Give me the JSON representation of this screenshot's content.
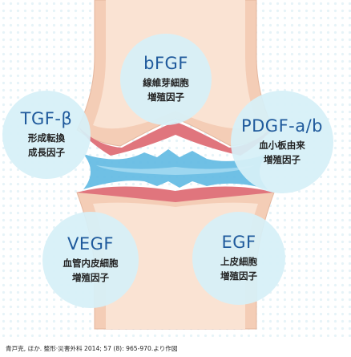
{
  "factors": [
    {
      "id": "bfgf",
      "name": "bFGF",
      "desc": [
        "線維芽細胞",
        "増殖因子"
      ]
    },
    {
      "id": "tgf",
      "name": "TGF-β",
      "desc": [
        "形成転換",
        "成長因子"
      ]
    },
    {
      "id": "pdgf",
      "name": "PDGF-a/b",
      "desc": [
        "血小板由来",
        "増殖因子"
      ]
    },
    {
      "id": "vegf",
      "name": "VEGF",
      "desc": [
        "血管内皮細胞",
        "増殖因子"
      ]
    },
    {
      "id": "egf",
      "name": "EGF",
      "desc": [
        "上皮細胞",
        "増殖因子"
      ]
    }
  ],
  "citation": "青戸克, ほか. 整形·災害外科 2014; 57 (8): 965-970.より作図",
  "colors": {
    "bubble": "#d6f0f8",
    "factor_name": "#1f5a9c",
    "bone": "#f8dcc8",
    "cartilage": "#e0757d",
    "joint_fluid": "#5fb9e2",
    "background_dots": "#e6f3f8"
  }
}
